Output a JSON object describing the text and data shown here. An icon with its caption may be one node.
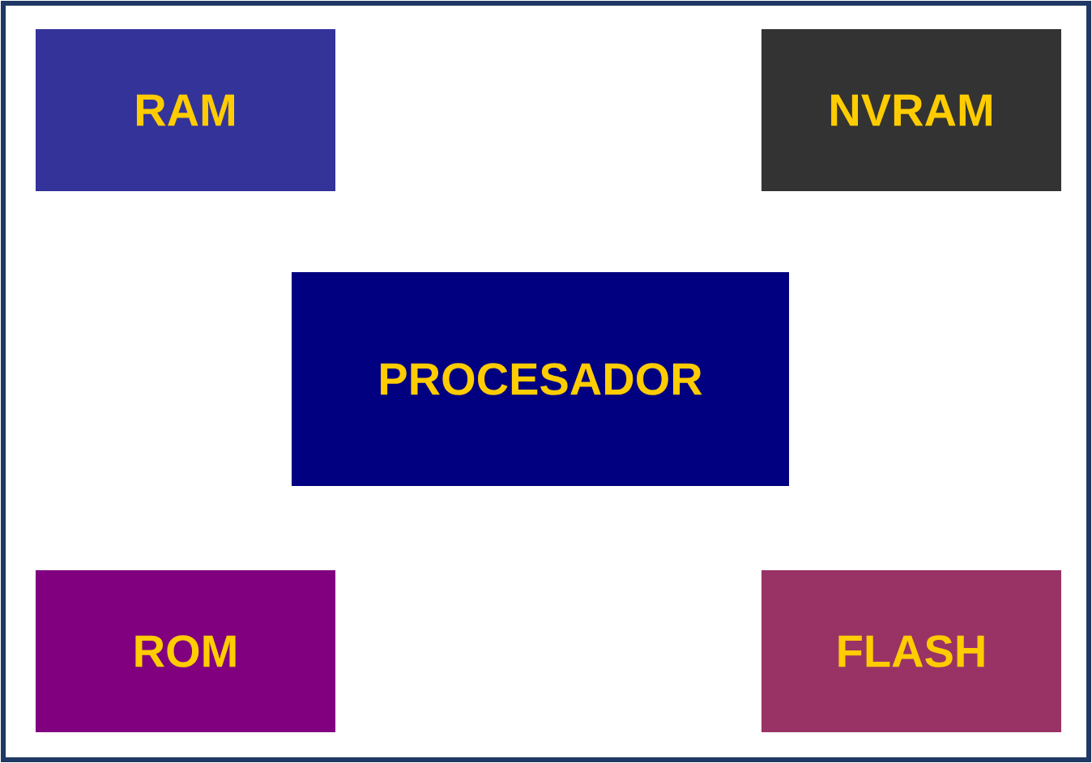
{
  "diagram": {
    "nodes": [
      {
        "text": [
          "RAM"
        ]
      },
      {
        "text": [
          "NVRAM"
        ]
      },
      {
        "text": [
          "PROCESADOR"
        ]
      },
      {
        "text": [
          "ROM"
        ]
      },
      {
        "text": [
          "FLASH"
        ]
      }
    ]
  }
}
